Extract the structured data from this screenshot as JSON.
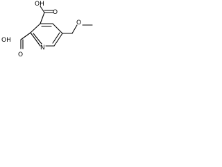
{
  "molecule": {
    "atoms": {
      "oh_top": "OH",
      "o_top": "O",
      "oh_left": "OH",
      "o_left": "O",
      "n_ring": "N",
      "o_ether": "O"
    }
  },
  "colors": {
    "ink": "#000000",
    "background": "#ffffff"
  }
}
